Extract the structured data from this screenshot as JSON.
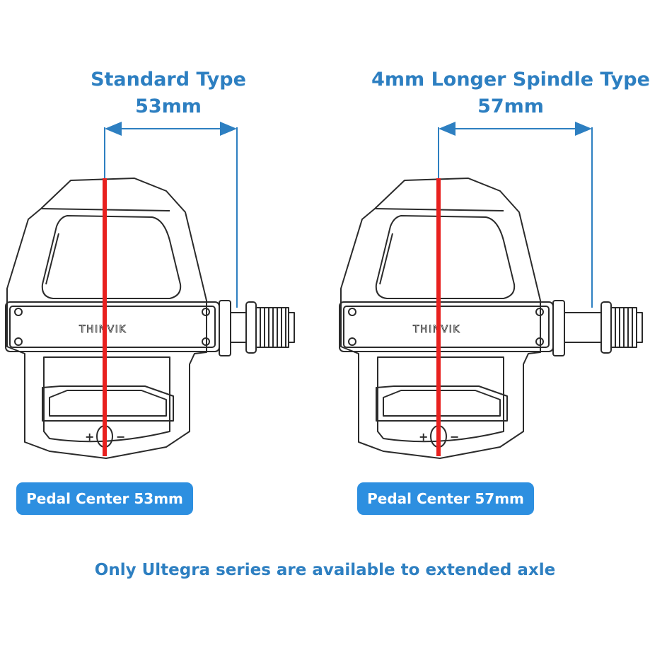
{
  "colors": {
    "accent_blue": "#2d7fc1",
    "badge_blue": "#2d8fe0",
    "center_line_red": "#e8201e",
    "outline": "#2b2b2b"
  },
  "left": {
    "title_line1": "Standard Type",
    "title_line2": "53mm",
    "badge": "Pedal Center 53mm",
    "brand": "THINVIK",
    "plus": "+",
    "minus": "−"
  },
  "right": {
    "title_line1": "4mm Longer Spindle Type",
    "title_line2": "57mm",
    "badge": "Pedal Center 57mm",
    "brand": "THINVIK",
    "plus": "+",
    "minus": "−"
  },
  "footer": {
    "note": "Only Ultegra series are available to extended axle"
  }
}
